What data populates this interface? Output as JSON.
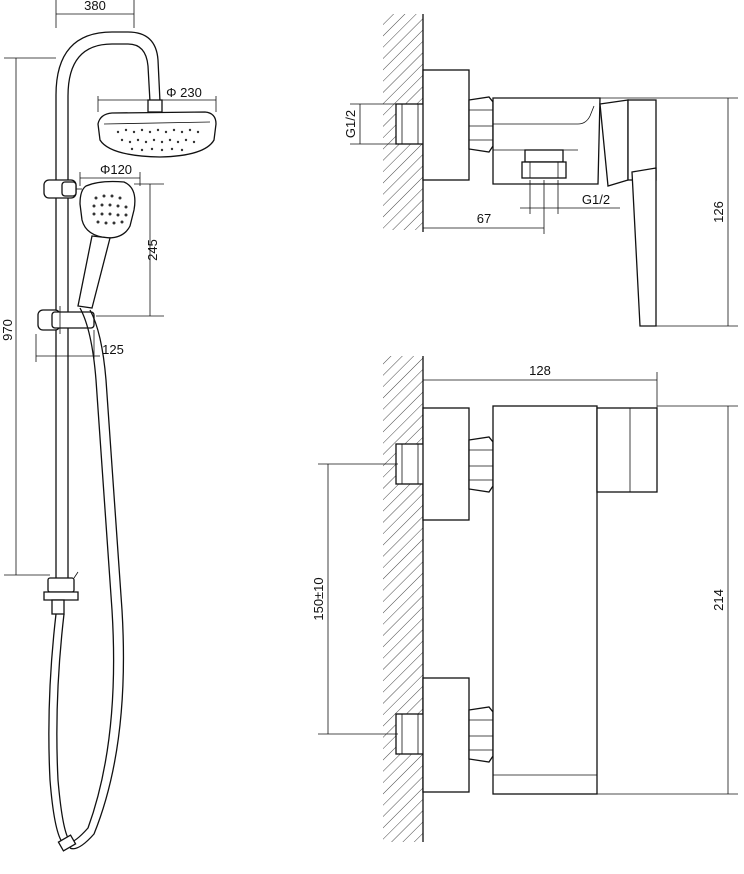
{
  "shower_set": {
    "dim_arm_reach": "380",
    "dim_head_diameter": "Φ 230",
    "dim_hand_diameter": "Φ120",
    "dim_hand_height": "245",
    "dim_total_height": "970",
    "dim_holder_offset": "125"
  },
  "side_view": {
    "dim_inlet_thread": "G1/2",
    "dim_outlet_thread": "G1/2",
    "dim_outlet_depth": "67",
    "dim_height": "126"
  },
  "front_view": {
    "dim_width": "128",
    "dim_inlet_spacing": "150±10",
    "dim_height": "214"
  }
}
